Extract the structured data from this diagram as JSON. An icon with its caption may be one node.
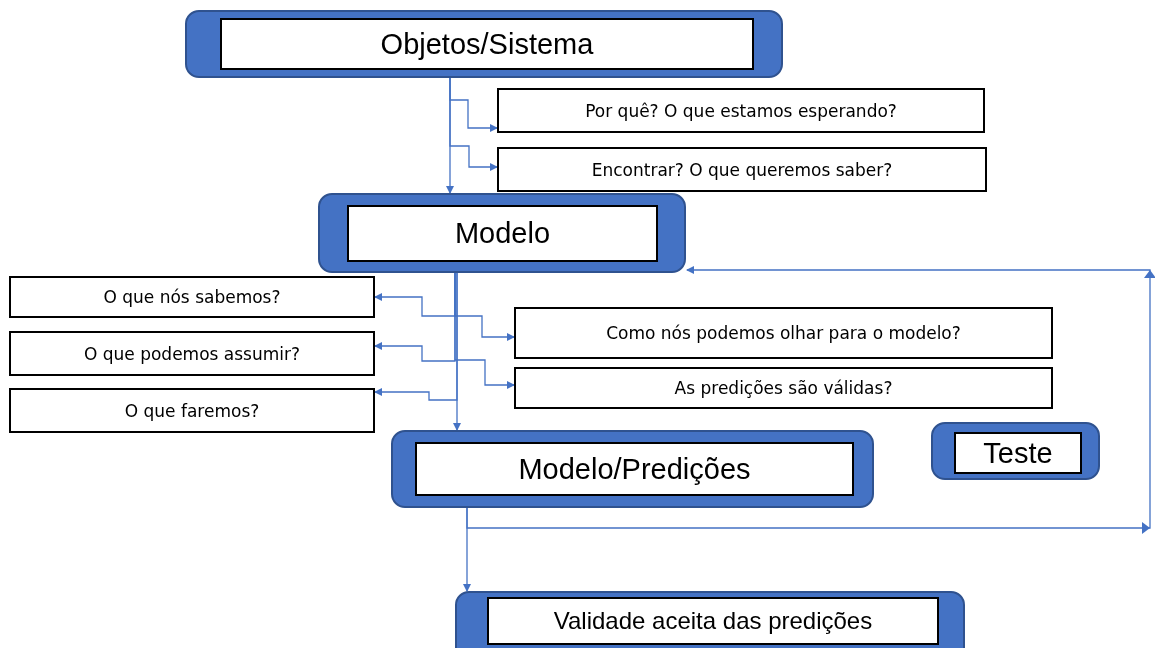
{
  "diagram": {
    "nodes": [
      {
        "text": [
          "Objetos/Sistema"
        ]
      },
      {
        "text": [
          "Por quê? O que estamos esperando?"
        ]
      },
      {
        "text": [
          "Encontrar? O que queremos saber?"
        ]
      },
      {
        "text": [
          "Modelo"
        ]
      },
      {
        "text": [
          "O que nós sabemos?"
        ]
      },
      {
        "text": [
          "O que podemos assumir?"
        ]
      },
      {
        "text": [
          "O que faremos?"
        ]
      },
      {
        "text": [
          "Como nós podemos olhar para o modelo?"
        ]
      },
      {
        "text": [
          "As predições são válidas?"
        ]
      },
      {
        "text": [
          "Modelo/Predições"
        ]
      },
      {
        "text": [
          "Teste"
        ]
      },
      {
        "text": [
          "Validade aceita das predições"
        ]
      }
    ],
    "edges": [
      {
        "from": 0,
        "to": 3,
        "arrow": "to"
      },
      {
        "from": 0,
        "to": 1,
        "arrow": "to"
      },
      {
        "from": 0,
        "to": 2,
        "arrow": "to"
      },
      {
        "from": 3,
        "to": 9,
        "arrow": "to"
      },
      {
        "from": 3,
        "to": 4,
        "arrow": "to"
      },
      {
        "from": 3,
        "to": 5,
        "arrow": "to"
      },
      {
        "from": 3,
        "to": 6,
        "arrow": "to"
      },
      {
        "from": 3,
        "to": 7,
        "arrow": "to"
      },
      {
        "from": 3,
        "to": 8,
        "arrow": "to"
      },
      {
        "from": 9,
        "to": 11,
        "arrow": "to"
      },
      {
        "from": 9,
        "to": 3,
        "arrow": "to"
      }
    ]
  }
}
